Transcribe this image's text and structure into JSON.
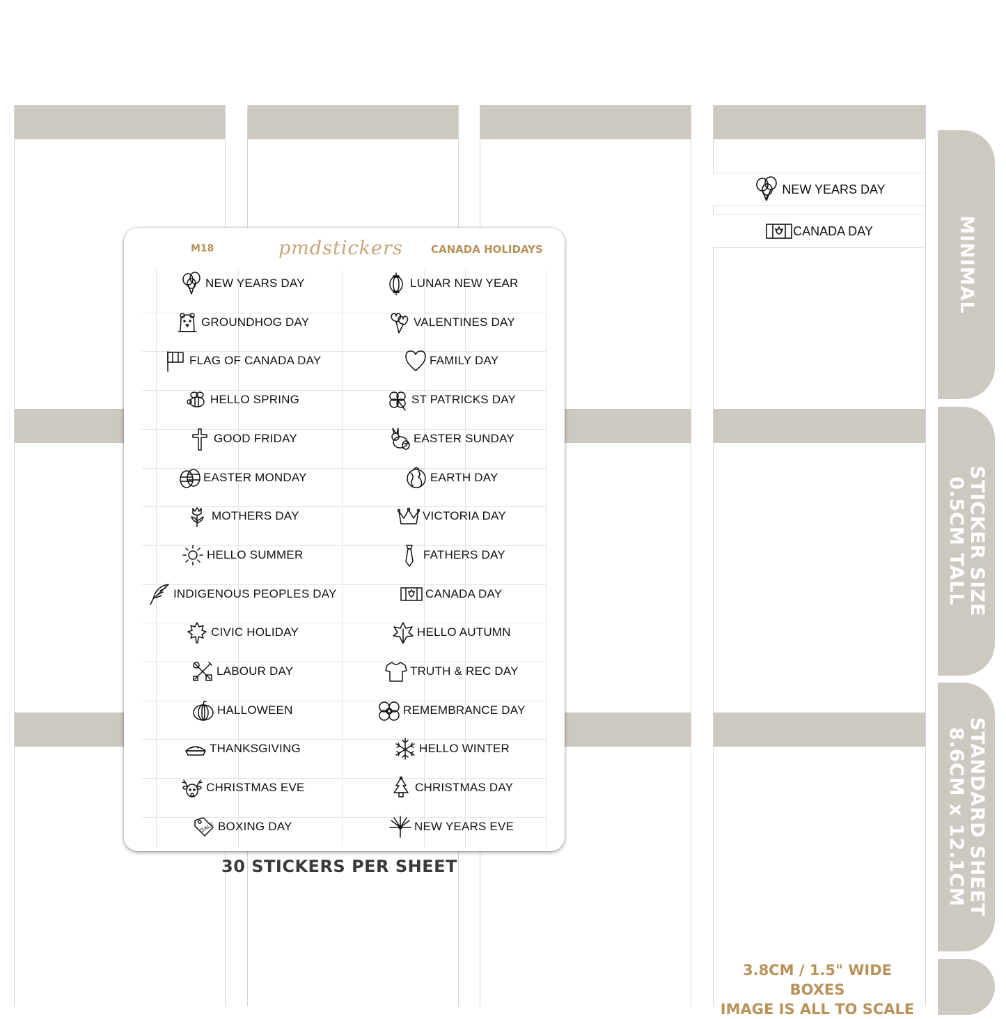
{
  "header": {
    "sku": "M18",
    "brand": "pmdstickers",
    "title": "CANADA HOLIDAYS"
  },
  "left_stickers": [
    {
      "label": "NEW YEARS DAY",
      "icon": "balloons-icon"
    },
    {
      "label": "GROUNDHOG DAY",
      "icon": "groundhog-icon"
    },
    {
      "label": "FLAG OF CANADA DAY",
      "icon": "flag-icon"
    },
    {
      "label": "HELLO SPRING",
      "icon": "bee-icon"
    },
    {
      "label": "GOOD FRIDAY",
      "icon": "cross-icon"
    },
    {
      "label": "EASTER MONDAY",
      "icon": "easter-egg-icon"
    },
    {
      "label": "MOTHERS DAY",
      "icon": "tulip-icon"
    },
    {
      "label": "HELLO SUMMER",
      "icon": "sun-icon"
    },
    {
      "label": "INDIGENOUS PEOPLES DAY",
      "icon": "feather-icon"
    },
    {
      "label": "CIVIC HOLIDAY",
      "icon": "maple-leaf-icon"
    },
    {
      "label": "LABOUR DAY",
      "icon": "tools-icon"
    },
    {
      "label": "HALLOWEEN",
      "icon": "pumpkin-icon"
    },
    {
      "label": "THANKSGIVING",
      "icon": "pie-icon"
    },
    {
      "label": "CHRISTMAS EVE",
      "icon": "reindeer-icon"
    },
    {
      "label": "BOXING DAY",
      "icon": "sale-tag-icon"
    }
  ],
  "right_stickers": [
    {
      "label": "LUNAR NEW YEAR",
      "icon": "lantern-icon"
    },
    {
      "label": "VALENTINES DAY",
      "icon": "heart-balloons-icon"
    },
    {
      "label": "FAMILY DAY",
      "icon": "heart-icon"
    },
    {
      "label": "ST PATRICKS DAY",
      "icon": "clover-icon"
    },
    {
      "label": "EASTER SUNDAY",
      "icon": "bunny-icon"
    },
    {
      "label": "EARTH DAY",
      "icon": "globe-icon"
    },
    {
      "label": "VICTORIA DAY",
      "icon": "crown-icon"
    },
    {
      "label": "FATHERS DAY",
      "icon": "tie-icon"
    },
    {
      "label": "CANADA DAY",
      "icon": "canada-flag-icon"
    },
    {
      "label": "HELLO AUTUMN",
      "icon": "leaf-icon"
    },
    {
      "label": "TRUTH & REC DAY",
      "icon": "shirt-icon"
    },
    {
      "label": "REMEMBRANCE DAY",
      "icon": "poppy-icon"
    },
    {
      "label": "HELLO WINTER",
      "icon": "snowflake-icon"
    },
    {
      "label": "CHRISTMAS DAY",
      "icon": "tree-icon"
    },
    {
      "label": "NEW YEARS EVE",
      "icon": "fireworks-icon"
    }
  ],
  "caption": "30 STICKERS PER SHEET",
  "preview": [
    {
      "label": "NEW YEARS DAY",
      "icon": "balloons-icon"
    },
    {
      "label": "CANADA DAY",
      "icon": "canada-flag-icon"
    }
  ],
  "tabs": {
    "minimal": "MINIMAL",
    "size_line1": "STICKER SIZE",
    "size_line2": "0.5CM TALL",
    "sheet_line1": "STANDARD SHEET",
    "sheet_line2": "8.6CM x 12.1CM"
  },
  "footer": {
    "line1": "3.8CM / 1.5\" WIDE BOXES",
    "line2": "IMAGE IS ALL TO SCALE"
  },
  "colors": {
    "header_gray": "#cdc8c0",
    "gold": "#b8925a",
    "line": "#e6e3df"
  }
}
